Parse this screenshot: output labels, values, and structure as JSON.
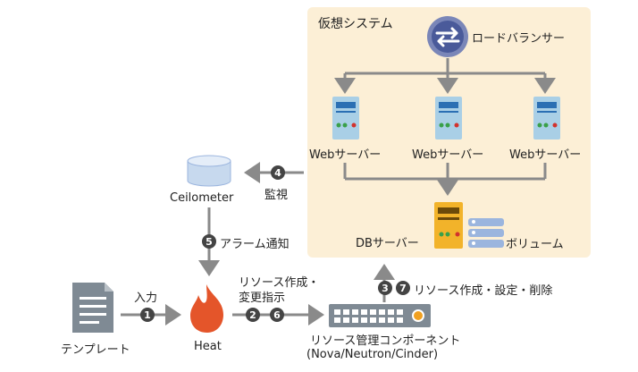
{
  "vm_system": {
    "title": "仮想システム"
  },
  "load_balancer": {
    "label": "ロードバランサー"
  },
  "web_servers": [
    {
      "label": "Webサーバー"
    },
    {
      "label": "Webサーバー"
    },
    {
      "label": "Webサーバー"
    }
  ],
  "db_server": {
    "label": "DBサーバー"
  },
  "volume": {
    "label": "ボリューム"
  },
  "ceilometer": {
    "label": "Ceilometer"
  },
  "heat": {
    "label": "Heat"
  },
  "template": {
    "label": "テンプレート"
  },
  "resource_component": {
    "label_line1": "リソース管理コンポーネント",
    "label_line2": "(Nova/Neutron/Cinder)"
  },
  "steps": {
    "input": {
      "num": "1",
      "label": "入力"
    },
    "create_instruct": {
      "nums": [
        "2",
        "6"
      ],
      "label_line1": "リソース作成・",
      "label_line2": "変更指示"
    },
    "create_config_delete": {
      "nums": [
        "3",
        "7"
      ],
      "label": "リソース作成・設定・削除"
    },
    "monitor": {
      "num": "4",
      "label": "監視"
    },
    "alarm": {
      "num": "5",
      "label": "アラーム通知"
    }
  },
  "colors": {
    "vm_bg": "#fcefd6",
    "arrow": "#8a8a8a",
    "badge": "#444444",
    "server_body": "#a9cfe6",
    "db_body": "#f2b32a",
    "flame": "#e4552a",
    "cyl": "#c7d9ee",
    "lb": "#4a5a9a"
  }
}
